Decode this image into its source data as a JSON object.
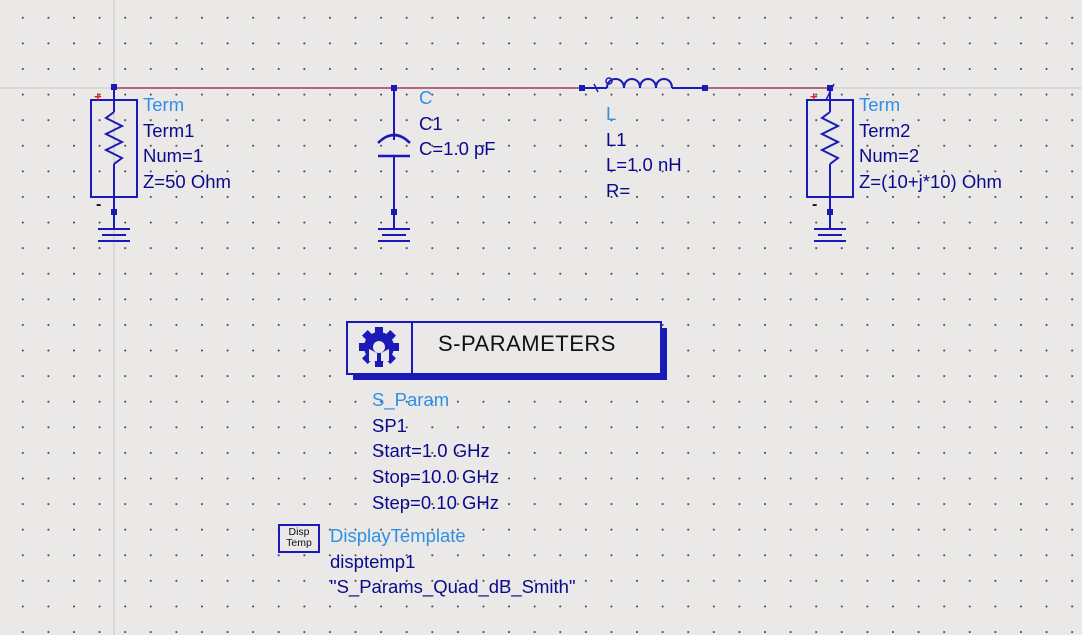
{
  "colors": {
    "wire": "#8b1a4a",
    "component": "#1a1ab8",
    "name_text": "#2f8fe6",
    "param_text": "#0a0a8c",
    "plus_marker": "#e02020",
    "background": "#ebe8e8"
  },
  "term1": {
    "type": "Term",
    "name": "Term1",
    "num": "Num=1",
    "z": "Z=50 Ohm",
    "plus": "+",
    "minus": "-"
  },
  "c1": {
    "type": "C",
    "name": "C1",
    "value": "C=1.0 pF"
  },
  "l1": {
    "type": "L",
    "name": "L1",
    "value": "L=1.0 nH",
    "r": "R="
  },
  "term2": {
    "type": "Term",
    "name": "Term2",
    "num": "Num=2",
    "z": "Z=(10+j*10) Ohm",
    "plus": "+",
    "minus": "-"
  },
  "sparam": {
    "title": "S-PARAMETERS",
    "type": "S_Param",
    "name": "SP1",
    "start": "Start=1.0 GHz",
    "stop": "Stop=10.0 GHz",
    "step": "Step=0.10 GHz",
    "icon": "gear-icon"
  },
  "display_template": {
    "icon_line1": "Disp",
    "icon_line2": "Temp",
    "type": "DisplayTemplate",
    "name": "disptemp1",
    "template": "\"S_Params_Quad_dB_Smith\""
  }
}
